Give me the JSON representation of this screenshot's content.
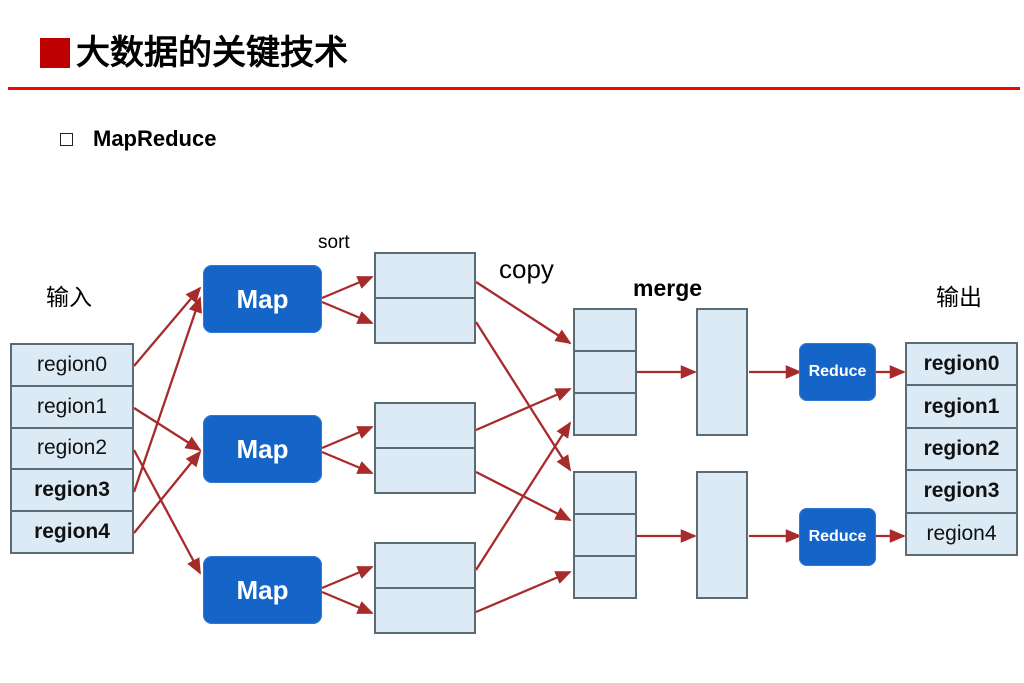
{
  "slide": {
    "title": "大数据的关键技术",
    "title_bullet_color": "#BE0000",
    "rule_color": "#FF0000",
    "subtitle": "MapReduce"
  },
  "diagram": {
    "labels": {
      "input": "输入",
      "output": "输出",
      "sort": "sort",
      "copy": "copy",
      "merge": "merge"
    },
    "colors": {
      "process_blue": "#1565C8",
      "cell_fill": "#DBEAF5",
      "cell_border": "#5B6B74",
      "arrow_red": "#A82B2B"
    },
    "input_table": [
      {
        "label": "region0",
        "bold": false
      },
      {
        "label": "region1",
        "bold": false
      },
      {
        "label": "region2",
        "bold": false
      },
      {
        "label": "region3",
        "bold": true
      },
      {
        "label": "region4",
        "bold": true
      }
    ],
    "output_table": [
      {
        "label": "region0",
        "bold": true
      },
      {
        "label": "region1",
        "bold": true
      },
      {
        "label": "region2",
        "bold": true
      },
      {
        "label": "region3",
        "bold": true
      },
      {
        "label": "region4",
        "bold": false
      }
    ],
    "map_nodes": [
      {
        "label": "Map"
      },
      {
        "label": "Map"
      },
      {
        "label": "Map"
      }
    ],
    "reduce_nodes": [
      {
        "label": "Reduce"
      },
      {
        "label": "Reduce"
      }
    ],
    "spill_boxes": [
      {
        "cells": 2
      },
      {
        "cells": 2
      },
      {
        "cells": 2
      }
    ],
    "shuffle_boxes": [
      {
        "cells": 3
      },
      {
        "cells": 3
      }
    ],
    "merge_boxes": [
      {
        "cells": 1
      },
      {
        "cells": 1
      }
    ]
  }
}
